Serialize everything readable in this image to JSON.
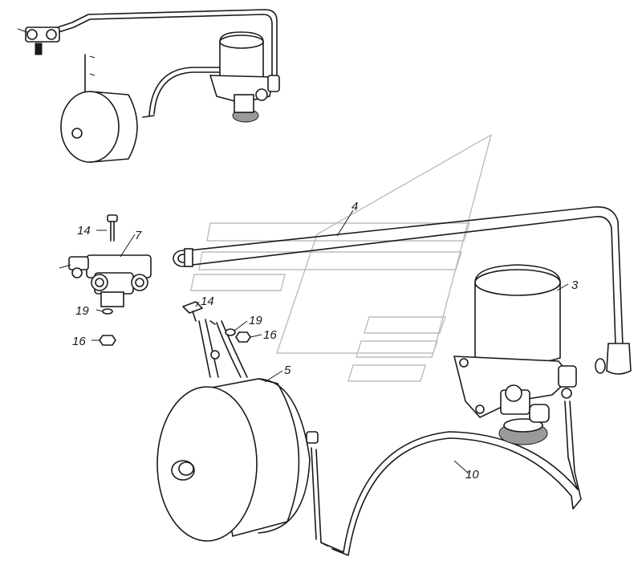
{
  "callouts": {
    "c3": "3",
    "c4": "4",
    "c5": "5",
    "c7": "7",
    "c10": "10",
    "c14a": "14",
    "c14b": "14",
    "c16a": "16",
    "c16b": "16",
    "c19a": "19",
    "c19b": "19"
  },
  "watermark": {
    "icon": "logo-watermark-icon"
  }
}
